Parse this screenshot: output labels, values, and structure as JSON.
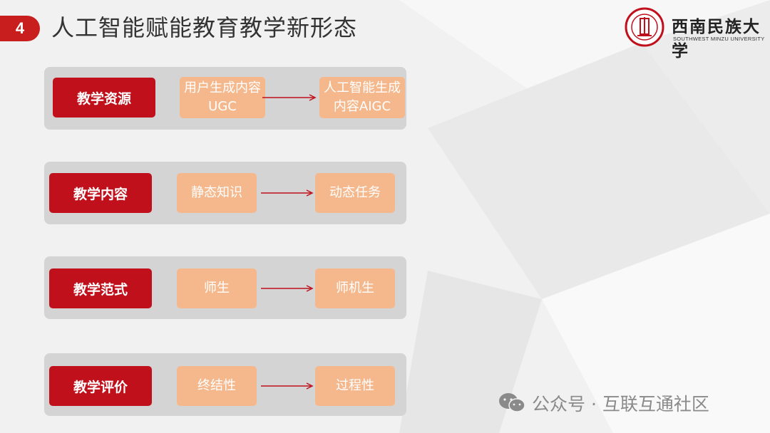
{
  "header": {
    "number": "4",
    "title": "人工智能赋能教育教学新形态"
  },
  "logo": {
    "name_cn": "西南民族大学",
    "name_en": "SOUTHWEST MINZU UNIVERSITY"
  },
  "rows": [
    {
      "category": "教学资源",
      "from": "用户生成内容UGC",
      "to": "人工智能生成内容AIGC"
    },
    {
      "category": "教学内容",
      "from": "静态知识",
      "to": "动态任务"
    },
    {
      "category": "教学范式",
      "from": "师生",
      "to": "师机生"
    },
    {
      "category": "教学评价",
      "from": "终结性",
      "to": "过程性"
    }
  ],
  "watermark": {
    "text": "公众号 · 互联互通社区"
  },
  "colors": {
    "accent": "#c0101b",
    "box": "#f5b88c",
    "panel": "#d4d4d4"
  }
}
